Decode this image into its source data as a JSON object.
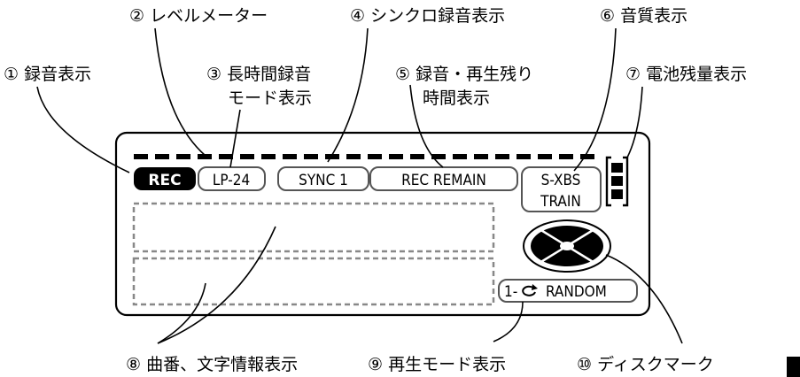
{
  "callouts": {
    "c1": "① 録音表示",
    "c2": "② レベルメーター",
    "c3_line1": "③ 長時間録音",
    "c3_line2": "モード表示",
    "c4": "④ シンクロ録音表示",
    "c5_line1": "⑤ 録音・再生残り",
    "c5_line2": "時間表示",
    "c6": "⑥ 音質表示",
    "c7": "⑦ 電池残量表示",
    "c8": "⑧ 曲番、文字情報表示",
    "c9": "⑨ 再生モード表示",
    "c10": "⑩ ディスクマーク"
  },
  "display": {
    "rec": "REC",
    "lp": "LP-24",
    "sync": "SYNC 1",
    "rec_remain": "REC REMAIN",
    "sxbs": "S-XBS",
    "train": "TRAIN",
    "play_mode_num": "1-",
    "play_mode_random": "RANDOM"
  }
}
